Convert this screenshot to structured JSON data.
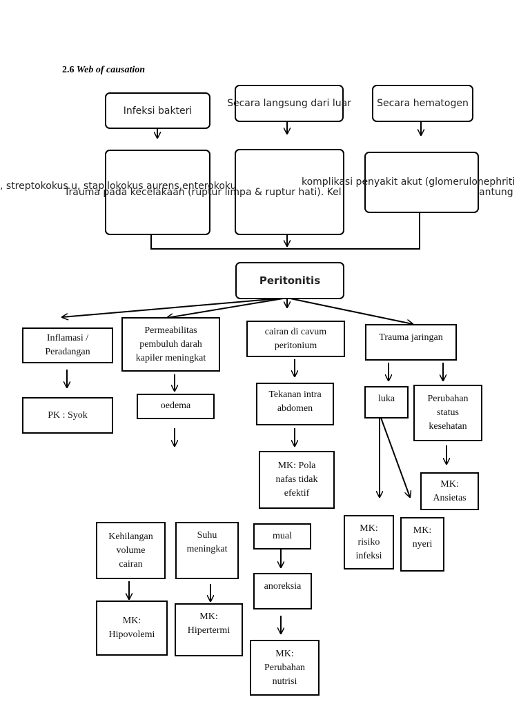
{
  "section": {
    "number": "2.6",
    "title": "Web of causation"
  },
  "causes": {
    "infeksi": {
      "label": "Infeksi bakteri",
      "detail": ", streptokokus u, stapilokokus aurens,enterokoku"
    },
    "langsung": {
      "label": "Secara langsung dari luar",
      "detail": "Trauma pada kecelakaan (ruptur limpa & ruptur hati). Kel"
    },
    "hematogen": {
      "label": "Secara hematogen",
      "detail": "komplikasi penyakit akut (glomerulonephriti",
      "detail_tail": "antung"
    }
  },
  "center": {
    "label": "Peritonitis"
  },
  "nodes": {
    "inflamasi": "Inflamasi /\nPeradangan",
    "pk_syok": "PK : Syok",
    "permeabilitas": "Permeabilitas\npembuluh darah\nkapiler meningkat",
    "oedema": "oedema",
    "cairan_cavum": "cairan di cavum\nperitonium",
    "tekanan": "Tekanan intra\nabdomen",
    "mk_pola": "MK: Pola\nnafas tidak\nefektif",
    "trauma_jaringan": "Trauma jaringan",
    "luka": "luka",
    "perubahan_status": "Perubahan\nstatus\nkesehatan",
    "mk_ansietas": "MK:\nAnsietas",
    "mk_risiko": "MK:\nrisiko\ninfeksi",
    "mk_nyeri": "MK:\nnyeri",
    "kehilangan": "Kehilangan\nvolume\ncairan",
    "mk_hipovolemi": "MK:\nHipovolemi",
    "suhu": "Suhu\nmeningkat",
    "mk_hipertermi": "MK:\nHipertermi",
    "mual": "mual",
    "anoreksia": "anoreksia",
    "mk_nutrisi": "MK:\nPerubahan\nnutrisi"
  }
}
